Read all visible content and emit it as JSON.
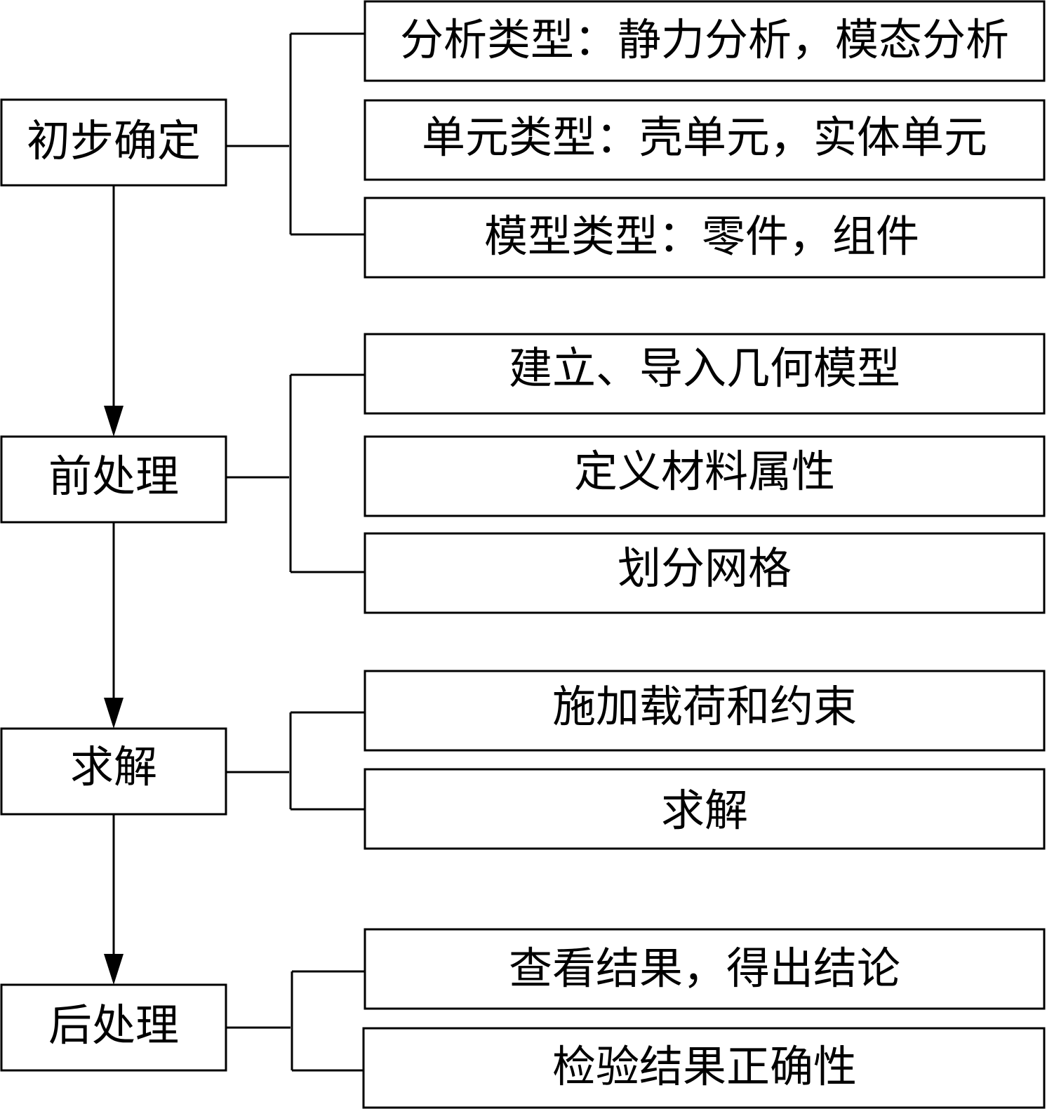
{
  "stages": [
    {
      "label": "初步确定",
      "details": [
        "分析类型：静力分析，模态分析",
        "单元类型：壳单元，实体单元",
        "模型类型：零件，组件"
      ]
    },
    {
      "label": "前处理",
      "details": [
        "建立、导入几何模型",
        "定义材料属性",
        "划分网格"
      ]
    },
    {
      "label": "求解",
      "details": [
        "施加载荷和约束",
        "求解"
      ]
    },
    {
      "label": "后处理",
      "details": [
        "查看结果，得出结论",
        "检验结果正确性"
      ]
    }
  ]
}
